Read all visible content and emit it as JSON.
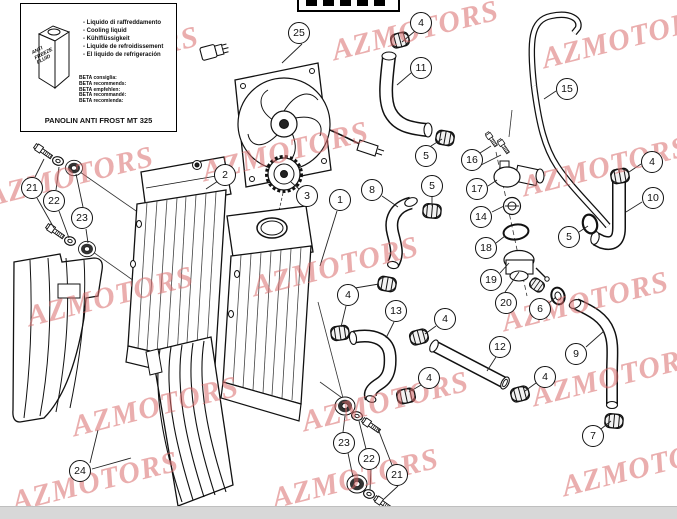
{
  "page": {
    "background": "#ffffff",
    "footer_bar_color": "#d8d8d8",
    "watermark_color": "#d96c6c"
  },
  "watermark_text": "AZMOTORS",
  "info_box": {
    "canister_lines": [
      "ANTI",
      "FREEZE",
      "FLUID"
    ],
    "coolant_names": [
      "- Liquido di raffreddamento",
      "- Cooling liquid",
      "- Kühlflüssigkeit",
      "- Liquide de refroidissement",
      "- El liquido de refrigeración"
    ],
    "recommendations": [
      "BETA consiglia:",
      "BETA recommends:",
      "BETA empfehlen:",
      "BETA recommandé:",
      "BETA recomienda:"
    ],
    "product_name": "PANOLIN ANTI FROST MT 325"
  },
  "callouts": [
    {
      "label": "25"
    },
    {
      "label": "4"
    },
    {
      "label": "11"
    },
    {
      "label": "15"
    },
    {
      "label": "4"
    },
    {
      "label": "10"
    },
    {
      "label": "16"
    },
    {
      "label": "17"
    },
    {
      "label": "14"
    },
    {
      "label": "18"
    },
    {
      "label": "19"
    },
    {
      "label": "20"
    },
    {
      "label": "5"
    },
    {
      "label": "2"
    },
    {
      "label": "3"
    },
    {
      "label": "1"
    },
    {
      "label": "8"
    },
    {
      "label": "5"
    },
    {
      "label": "5"
    },
    {
      "label": "4"
    },
    {
      "label": "13"
    },
    {
      "label": "4"
    },
    {
      "label": "12"
    },
    {
      "label": "4"
    },
    {
      "label": "6"
    },
    {
      "label": "9"
    },
    {
      "label": "4"
    },
    {
      "label": "7"
    },
    {
      "label": "21"
    },
    {
      "label": "22"
    },
    {
      "label": "23"
    },
    {
      "label": "24"
    },
    {
      "label": "23"
    },
    {
      "label": "22"
    },
    {
      "label": "21"
    }
  ]
}
